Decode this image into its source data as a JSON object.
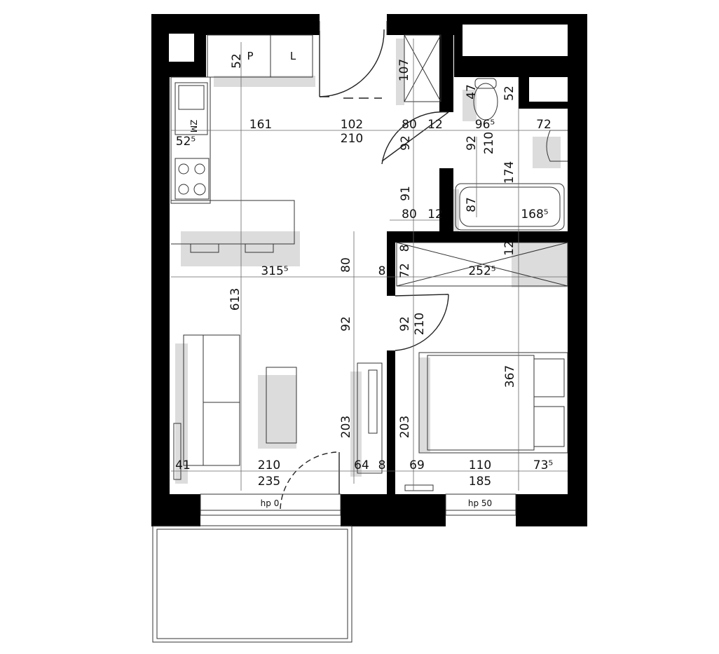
{
  "dimensions": {
    "kitchen_depth": "52",
    "kitchen_width": "161",
    "hall_width": "102",
    "hall_door_height": "210",
    "bath_door_width": "80",
    "bath_wall": "12",
    "wc_width": "96⁵",
    "sink_width": "72",
    "wc_depth": "47",
    "bath_top_depth": "52",
    "fridge_width": "52⁵",
    "shower_depth": "107",
    "bath_door_92": "92",
    "bath_door_92_right": "92",
    "bath_door_210": "210",
    "bath_length": "174",
    "door_91": "91",
    "door_80_lower": "80",
    "wall_12_lower": "12",
    "tub_width": "87",
    "tub_length": "168⁵",
    "living_width": "315⁵",
    "living_door_80": "80",
    "wall_8": "8",
    "wardrobe_72": "72",
    "wardrobe_12": "12",
    "wardrobe_8": "8",
    "bedroom_width": "252⁵",
    "living_length": "613",
    "door_92_living": "92",
    "door_92_bed": "92",
    "door_210_bed": "210",
    "bed_length": "367",
    "window_203_left": "203",
    "window_203_right": "203",
    "sofa_41": "41",
    "window_210": "210",
    "window_235": "235",
    "window_64": "64",
    "wall_8_bottom": "8",
    "bed_69": "69",
    "bed_110": "110",
    "bed_73": "73⁵",
    "bed_185": "185"
  },
  "labels": {
    "p": "P",
    "l": "L",
    "zm": "ZM",
    "hp0": "hp 0",
    "hp50": "hp 50"
  }
}
